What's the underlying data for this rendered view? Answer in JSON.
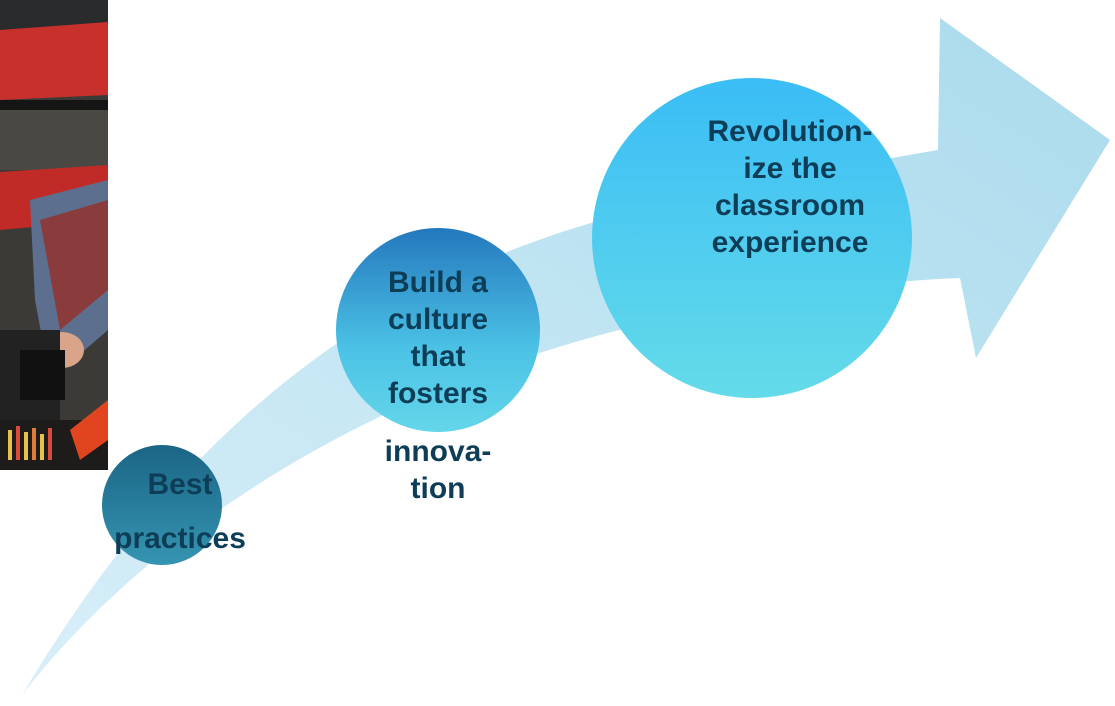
{
  "photo": {
    "description_icon": "classroom-photo"
  },
  "arrow": {
    "color_light": "#d3ecf6",
    "color_dark": "#9fd5ea"
  },
  "steps": [
    {
      "lines": [
        "Best",
        "practices"
      ],
      "color_top": "#1d6a8a",
      "color_bottom": "#2f8fae"
    },
    {
      "lines": [
        "Build a",
        "culture",
        "that",
        "fosters",
        "innova-",
        "tion"
      ],
      "color_top": "#2680c2",
      "color_bottom": "#5cd5ec"
    },
    {
      "lines": [
        "Revolution-",
        "ize the",
        "classroom",
        "experience"
      ],
      "color_top": "#3ab8f0",
      "color_bottom": "#5fdaeb"
    }
  ]
}
